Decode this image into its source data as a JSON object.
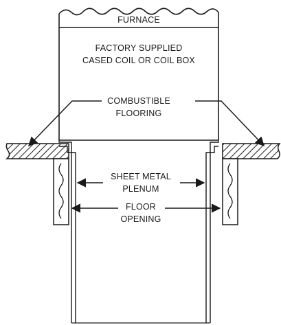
{
  "diagram": {
    "labels": {
      "furnace": "FURNACE",
      "coil_line1": "FACTORY SUPPLIED",
      "coil_line2": "CASED COIL OR COIL BOX",
      "flooring_line1": "COMBUSTIBLE",
      "flooring_line2": "FLOORING",
      "plenum_line1": "SHEET METAL",
      "plenum_line2": "PLENUM",
      "opening_line1": "FLOOR",
      "opening_line2": "OPENING"
    }
  }
}
